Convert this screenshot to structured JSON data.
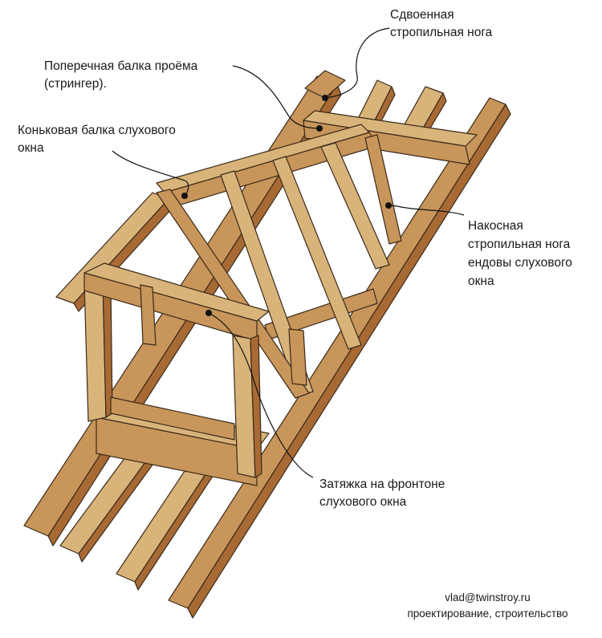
{
  "labels": {
    "double_rafter": [
      "Сдвоенная",
      "стропильная нога"
    ],
    "opening_beam": [
      "Поперечная балка проёма",
      "(стрингер)."
    ],
    "ridge_beam": [
      "Коньковая балка слухового",
      "окна"
    ],
    "valley_rafter": [
      "Накосная",
      "стропильная нога",
      "ендовы слухового",
      "окна"
    ],
    "gable_tie": [
      "Затяжка на фронтоне",
      "слухового окна"
    ]
  },
  "footer": {
    "email": "vlad@twinstroy.ru",
    "tagline": "проектирование, строительство"
  },
  "colors": {
    "wood_light": "#d9b47a",
    "wood_mid": "#c8955a",
    "wood_dark": "#a86a34",
    "wood_deep": "#b8733a",
    "outline": "#3a2a1a"
  }
}
